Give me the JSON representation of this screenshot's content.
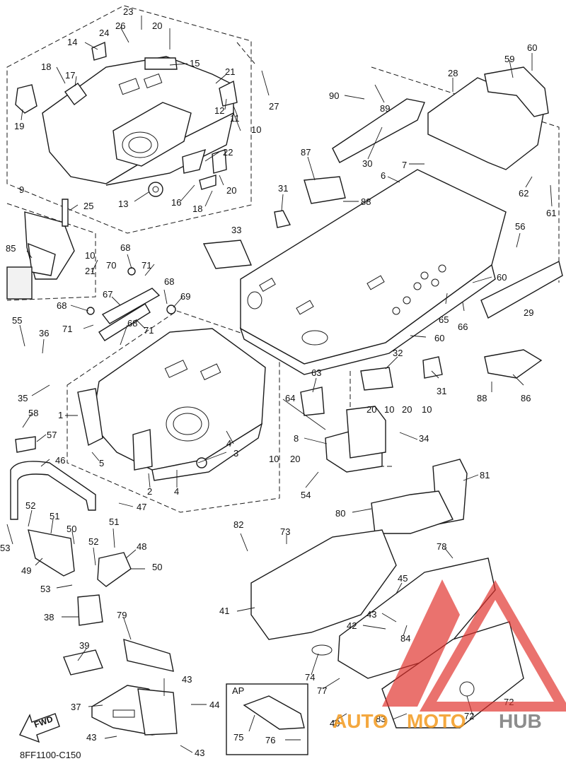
{
  "diagram": {
    "code": "8FF1100-C150",
    "fwd_label": "FWD",
    "ap_label": "AP",
    "callouts": {
      "c23": "23",
      "c26": "26",
      "c24": "24",
      "c20a": "20",
      "c14": "14",
      "c15": "15",
      "c18a": "18",
      "c17": "17",
      "c21a": "21",
      "c19": "19",
      "c12": "12",
      "c11": "11",
      "c10a": "10",
      "c22": "22",
      "c13": "13",
      "c16": "16",
      "c18b": "18",
      "c20b": "20",
      "c27": "27",
      "c28": "28",
      "c59": "59",
      "c60a": "60",
      "c90": "90",
      "c89": "89",
      "c30": "30",
      "c87": "87",
      "c7": "7",
      "c6": "6",
      "c31a": "31",
      "c88a": "88",
      "c62": "62",
      "c61": "61",
      "c9": "9",
      "c25": "25",
      "c85": "85",
      "c10b": "10",
      "c21b": "21",
      "c33": "33",
      "c68a": "68",
      "c70": "70",
      "c71a": "71",
      "c67": "67",
      "c68b": "68",
      "c69": "69",
      "c68c": "68",
      "c71b": "71",
      "c71c": "71",
      "c55": "55",
      "c36": "36",
      "c35": "35",
      "c56": "56",
      "c60b": "60",
      "c29": "29",
      "c65": "65",
      "c66": "66",
      "c60c": "60",
      "c32": "32",
      "c31b": "31",
      "c86": "86",
      "c88b": "88",
      "c63": "63",
      "c64": "64",
      "c20c": "20",
      "c10c": "10",
      "c20d": "20",
      "c10d": "10",
      "c1": "1",
      "c58": "58",
      "c57": "57",
      "c5": "5",
      "c4a": "4",
      "c3": "3",
      "c8": "8",
      "c34": "34",
      "c10e": "10",
      "c20e": "20",
      "c46": "46",
      "c2": "2",
      "c4b": "4",
      "c54": "54",
      "c81": "81",
      "c47": "47",
      "c52a": "52",
      "c51a": "51",
      "c53a": "53",
      "c50a": "50",
      "c80": "80",
      "c73": "73",
      "c82": "82",
      "c49": "49",
      "c51b": "51",
      "c52b": "52",
      "c48": "48",
      "c50b": "50",
      "c53b": "53",
      "c78": "78",
      "c45": "45",
      "c41": "41",
      "c43a": "43",
      "c42": "42",
      "c84": "84",
      "c38": "38",
      "c79": "79",
      "c39": "39",
      "c43b": "43",
      "c74": "74",
      "c77": "77",
      "c37": "37",
      "c44": "44",
      "c72": "72",
      "c75": "75",
      "c76": "76",
      "c43c": "43",
      "c40": "40",
      "c83": "83",
      "c43d": "43",
      "c72b": "72"
    }
  },
  "watermark": {
    "text_auto": "AUTO",
    "text_moto": "MOTO",
    "text_hub": "HUB",
    "color_red": "#e0302a",
    "color_orange": "#f39a1e",
    "color_gray": "#7a7a7a"
  }
}
